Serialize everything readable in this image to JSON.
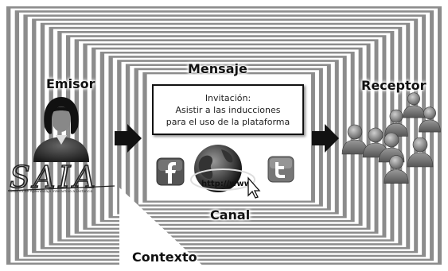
{
  "labels": {
    "emisor": "Emisor",
    "mensaje": "Mensaje",
    "receptor": "Receptor",
    "canal": "Canal",
    "contexto": "Contexto"
  },
  "message": {
    "line1": "Invitación:",
    "line2": "Asistir a las inducciones",
    "line3": "para el uso de la plataforma"
  },
  "logo": {
    "text": "SAIA",
    "subtitle": "Sistema de Aprendizaje Interactivo a Distancia"
  },
  "globe": {
    "text": "http://www."
  },
  "icons": [
    "person-emisor-icon",
    "facebook-icon",
    "globe-icon",
    "cursor-icon",
    "twitter-icon",
    "people-group-icon"
  ]
}
